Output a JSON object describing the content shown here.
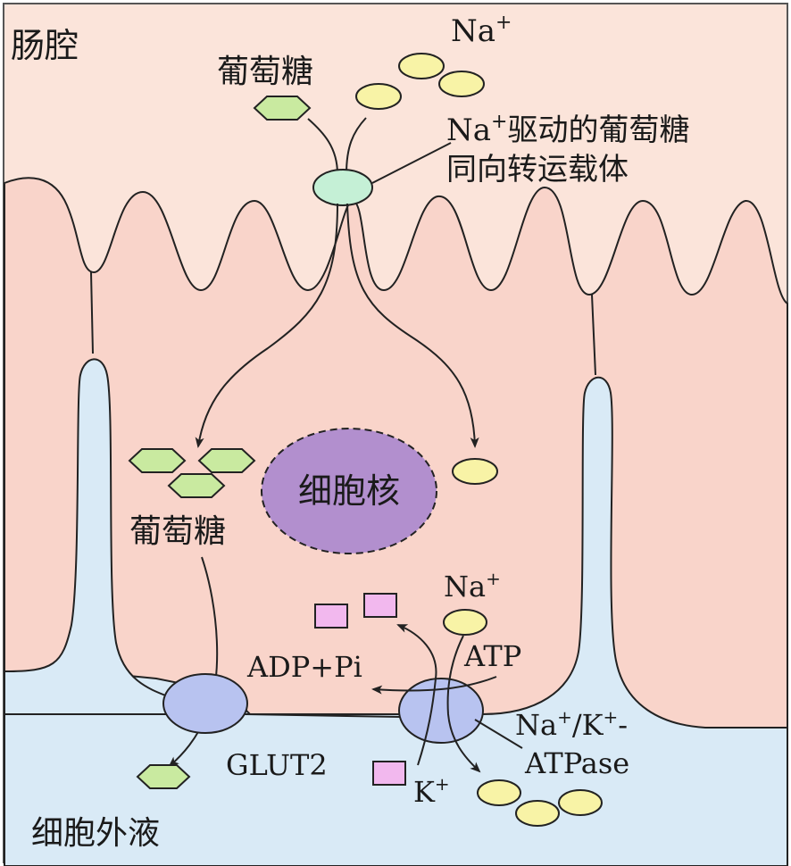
{
  "labels": {
    "lumen": "肠腔",
    "glucose_top": "葡萄糖",
    "na_top": "Na",
    "plus": "+",
    "symporter_line1_prefix": "Na",
    "symporter_line1_rest": "驱动的葡萄糖",
    "symporter_line2": "同向转运载体",
    "nucleus": "细胞核",
    "glucose_cell": "葡萄糖",
    "na_pump": "Na",
    "atp": "ATP",
    "adp_pi": "ADP+Pi",
    "pump_line1_na": "Na",
    "pump_line1_k": "/K",
    "pump_line1_end": "-",
    "pump_line2": "ATPase",
    "glut2": "GLUT2",
    "k": "K",
    "ecf": "细胞外液"
  },
  "colors": {
    "lumen_bg": "#fbe4da",
    "cell_fill": "#f9d4ca",
    "ecf_fill": "#d9eaf6",
    "glucose": "#c9eaa0",
    "sodium": "#f8f3a6",
    "symporter": "#c5f0d6",
    "transporter": "#b8c3f0",
    "nucleus": "#b28fce",
    "potassium": "#f2b8ee",
    "outline": "#222222"
  }
}
